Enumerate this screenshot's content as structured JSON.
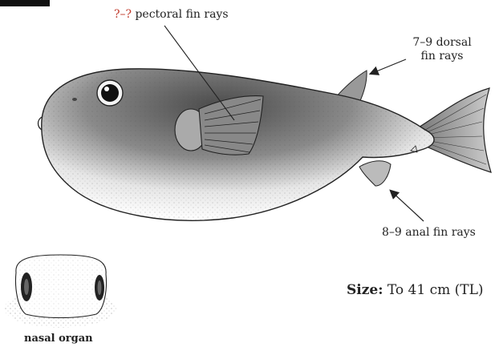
{
  "labels": {
    "pectoral_unknown": "?–?",
    "pectoral_text": " pectoral fin rays",
    "dorsal_line1": "7–9 dorsal",
    "dorsal_line2": "fin rays",
    "anal": "8–9 anal fin rays",
    "size_key": "Size:",
    "size_value": " To 41 cm (TL)",
    "nasal": "nasal organ"
  },
  "icons": {
    "fish": "pufferfish-illustration-icon",
    "nasal": "nasal-organ-icon"
  },
  "colors": {
    "question_marks": "#c0392b",
    "ink": "#222222"
  }
}
